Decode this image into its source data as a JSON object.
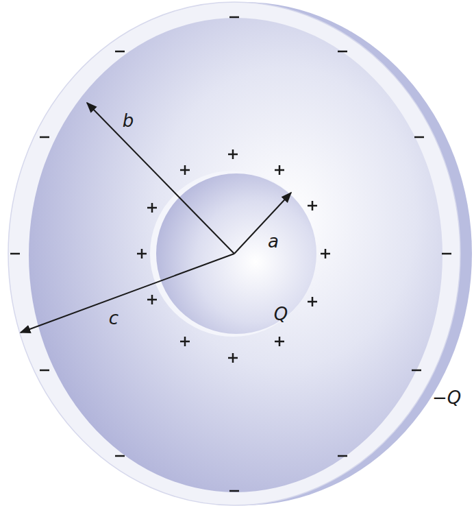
{
  "diagram": {
    "labels": [
      "b",
      "a",
      "c",
      "Q",
      "−Q"
    ]
  }
}
